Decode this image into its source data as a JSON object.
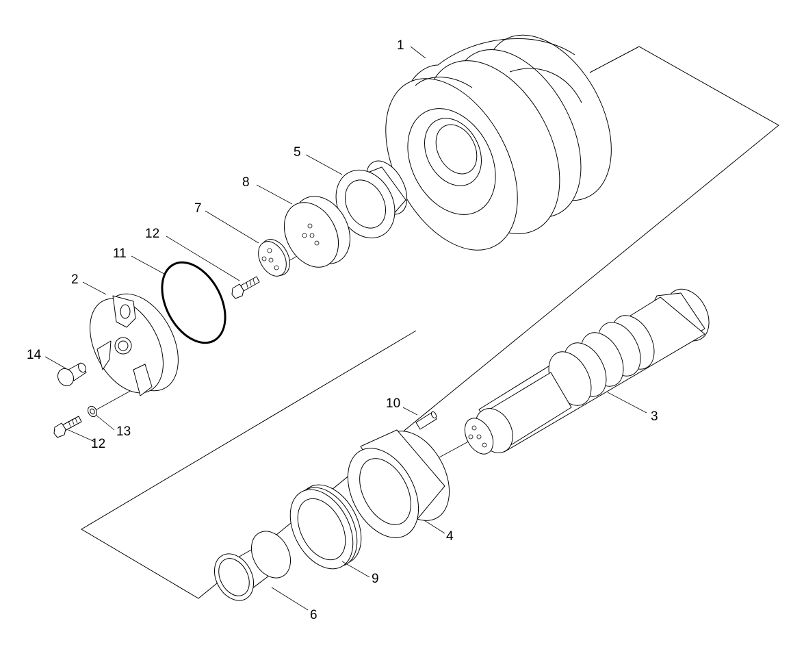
{
  "diagram": {
    "parts": [
      {
        "id": "1",
        "label": "1",
        "name": "track-roller-body"
      },
      {
        "id": "2",
        "label": "2",
        "name": "end-collar"
      },
      {
        "id": "3",
        "label": "3",
        "name": "roller-shaft"
      },
      {
        "id": "4",
        "label": "4",
        "name": "collar"
      },
      {
        "id": "5",
        "label": "5",
        "name": "flanged-bushing"
      },
      {
        "id": "6",
        "label": "6",
        "name": "plain-bushing"
      },
      {
        "id": "7",
        "label": "7",
        "name": "plate"
      },
      {
        "id": "8",
        "label": "8",
        "name": "cover"
      },
      {
        "id": "9",
        "label": "9",
        "name": "floating-seal"
      },
      {
        "id": "10",
        "label": "10",
        "name": "pin"
      },
      {
        "id": "11",
        "label": "11",
        "name": "o-ring"
      },
      {
        "id": "12a",
        "label": "12",
        "name": "bolt-upper"
      },
      {
        "id": "12b",
        "label": "12",
        "name": "bolt-lower"
      },
      {
        "id": "13",
        "label": "13",
        "name": "washer"
      },
      {
        "id": "14",
        "label": "14",
        "name": "plug"
      }
    ],
    "colors": {
      "line": "#000000",
      "background": "#ffffff",
      "o_ring": "#000000"
    }
  }
}
